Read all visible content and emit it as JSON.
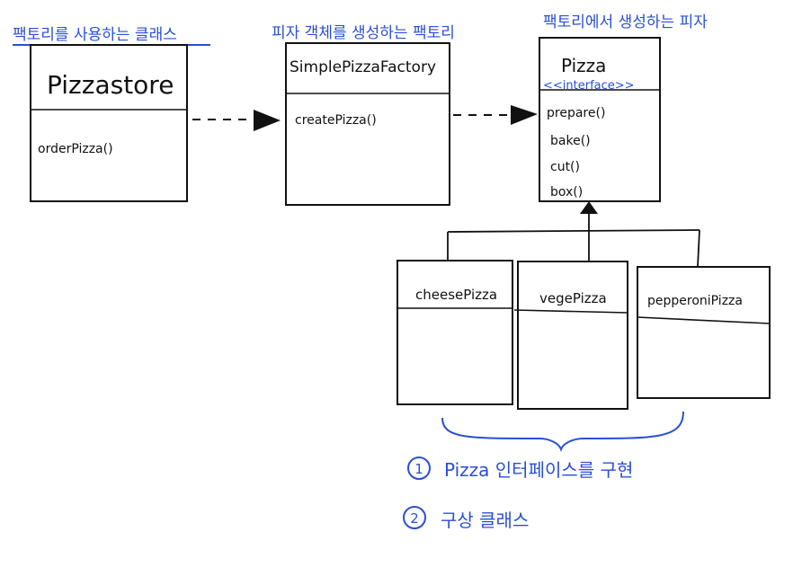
{
  "captions": {
    "store": "팩토리를 사용하는 클래스",
    "factory": "피자 객체를 생성하는 팩토리",
    "product": "팩토리에서 생성하는 피자"
  },
  "classes": {
    "pizzastore": {
      "name": "Pizzastore",
      "methods": [
        "orderPizza()"
      ]
    },
    "factory": {
      "name": "SimplePizzaFactory",
      "methods": [
        "createPizza()"
      ]
    },
    "pizza": {
      "name": "Pizza",
      "stereotype": "<<interface>>",
      "methods": [
        "prepare()",
        "bake()",
        "cut()",
        "box()"
      ]
    },
    "cheese": {
      "name": "cheesePizza"
    },
    "veggie": {
      "name": "vegePizza"
    },
    "pepperoni": {
      "name": "pepperoniPizza"
    }
  },
  "notes": [
    {
      "num": "1",
      "text": "Pizza 인터페이스를 구현"
    },
    {
      "num": "2",
      "text": "구상 클래스"
    }
  ],
  "colors": {
    "ink": "#111111",
    "annotation": "#2a4fd6"
  }
}
